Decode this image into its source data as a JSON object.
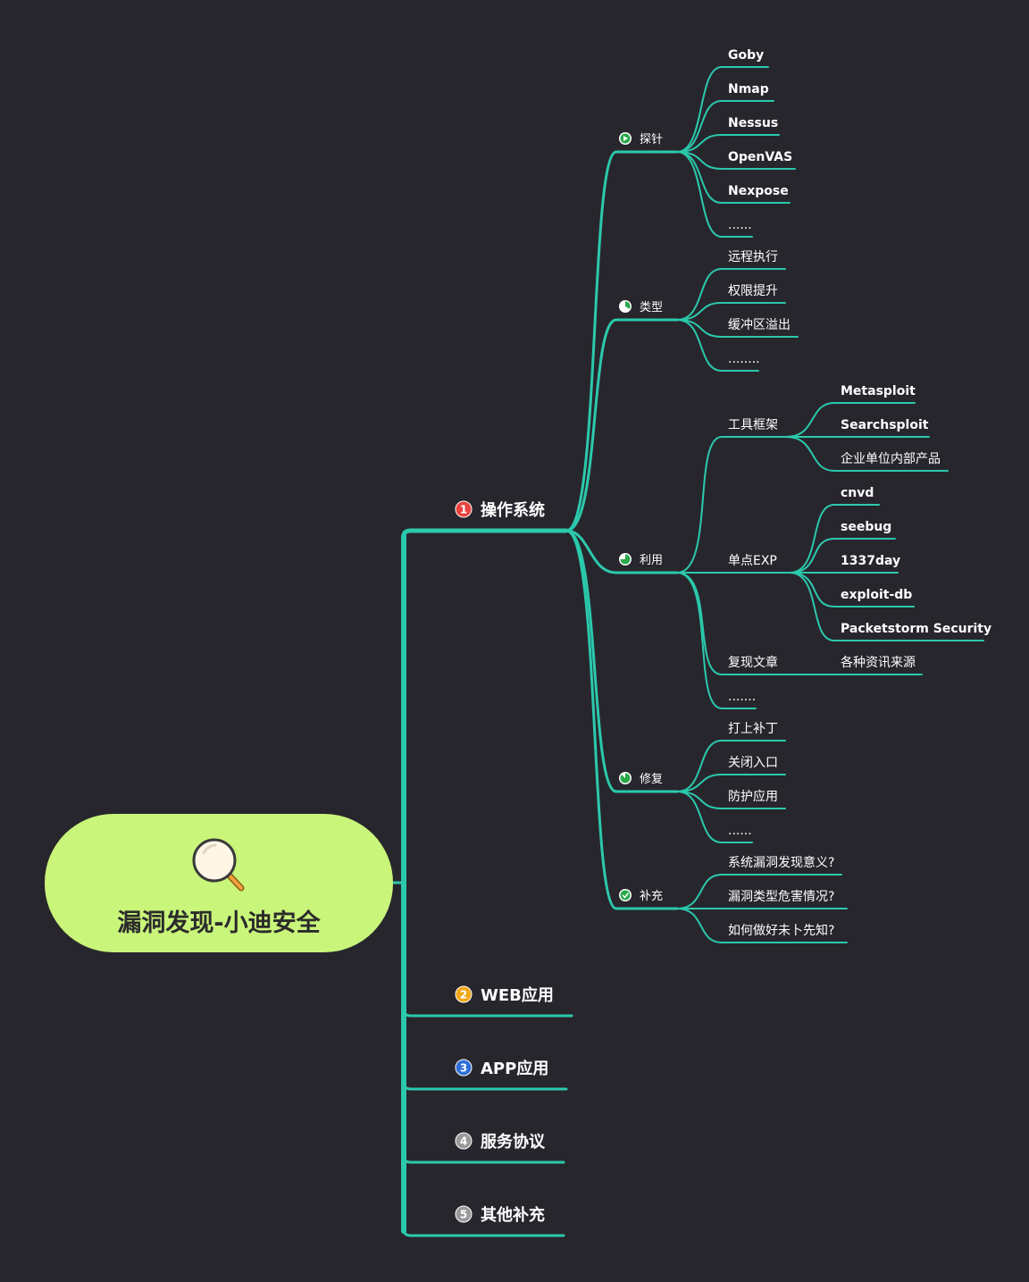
{
  "root": {
    "title": "漏洞发现-小迪安全",
    "icon": "magnifier-icon"
  },
  "branches": [
    {
      "num": "1",
      "label": "操作系统",
      "badge_color": "#e8433e"
    },
    {
      "num": "2",
      "label": "WEB应用",
      "badge_color": "#f0a818"
    },
    {
      "num": "3",
      "label": "APP应用",
      "badge_color": "#2f6fd6"
    },
    {
      "num": "4",
      "label": "服务协议",
      "badge_color": "#9a9a9a"
    },
    {
      "num": "5",
      "label": "其他补充",
      "badge_color": "#9a9a9a"
    }
  ],
  "os": {
    "probe": {
      "label": "探针",
      "items": [
        "Goby",
        "Nmap",
        "Nessus",
        "OpenVAS",
        "Nexpose",
        "......"
      ]
    },
    "types": {
      "label": "类型",
      "items": [
        "远程执行",
        "权限提升",
        "缓冲区溢出",
        "........"
      ]
    },
    "exploit": {
      "label": "利用",
      "framework": {
        "label": "工具框架",
        "items": [
          "Metasploit",
          "Searchsploit",
          "企业单位内部产品"
        ]
      },
      "single": {
        "label": "单点EXP",
        "items": [
          "cnvd",
          "seebug",
          "1337day",
          "exploit-db",
          "Packetstorm Security"
        ]
      },
      "articles": {
        "label": "复现文章",
        "items": [
          "各种资讯来源"
        ]
      },
      "more": "......."
    },
    "repair": {
      "label": "修复",
      "items": [
        "打上补丁",
        "关闭入口",
        "防护应用",
        "......"
      ]
    },
    "extra": {
      "label": "补充",
      "items": [
        "系统漏洞发现意义?",
        "漏洞类型危害情况?",
        "如何做好未卜先知?"
      ]
    }
  },
  "colors": {
    "background": "#28262d",
    "line": "#2bc9ac",
    "root_fill": "#c9f57a",
    "text": "#ffffff"
  }
}
